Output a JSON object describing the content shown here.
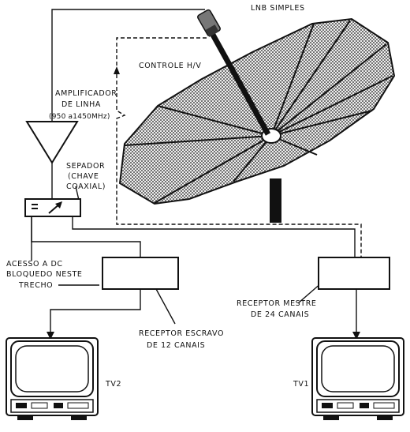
{
  "labels": {
    "lnb": "LNB SIMPLES",
    "controle": "CONTROLE H/V",
    "amp_line1": "AMPLIFICADOR",
    "amp_line2": "DE LINHA",
    "amp_line3": "(950 a1450MHz)",
    "sep_line1": "SEPADOR",
    "sep_line2": "(CHAVE",
    "sep_line3": "COAXIAL)",
    "dc_line1": "ACESSO A DC",
    "dc_line2": "BLOQUEDO NESTE",
    "dc_line3": "TRECHO",
    "mestre_line1": "RECEPTOR MESTRE",
    "mestre_line2": "DE 24 CANAIS",
    "escravo_line1": "RECEPTOR ESCRAVO",
    "escravo_line2": "DE 12 CANAIS",
    "tv2": "TV2",
    "tv1": "TV1"
  },
  "colors": {
    "ink": "#111111",
    "background": "#ffffff"
  }
}
